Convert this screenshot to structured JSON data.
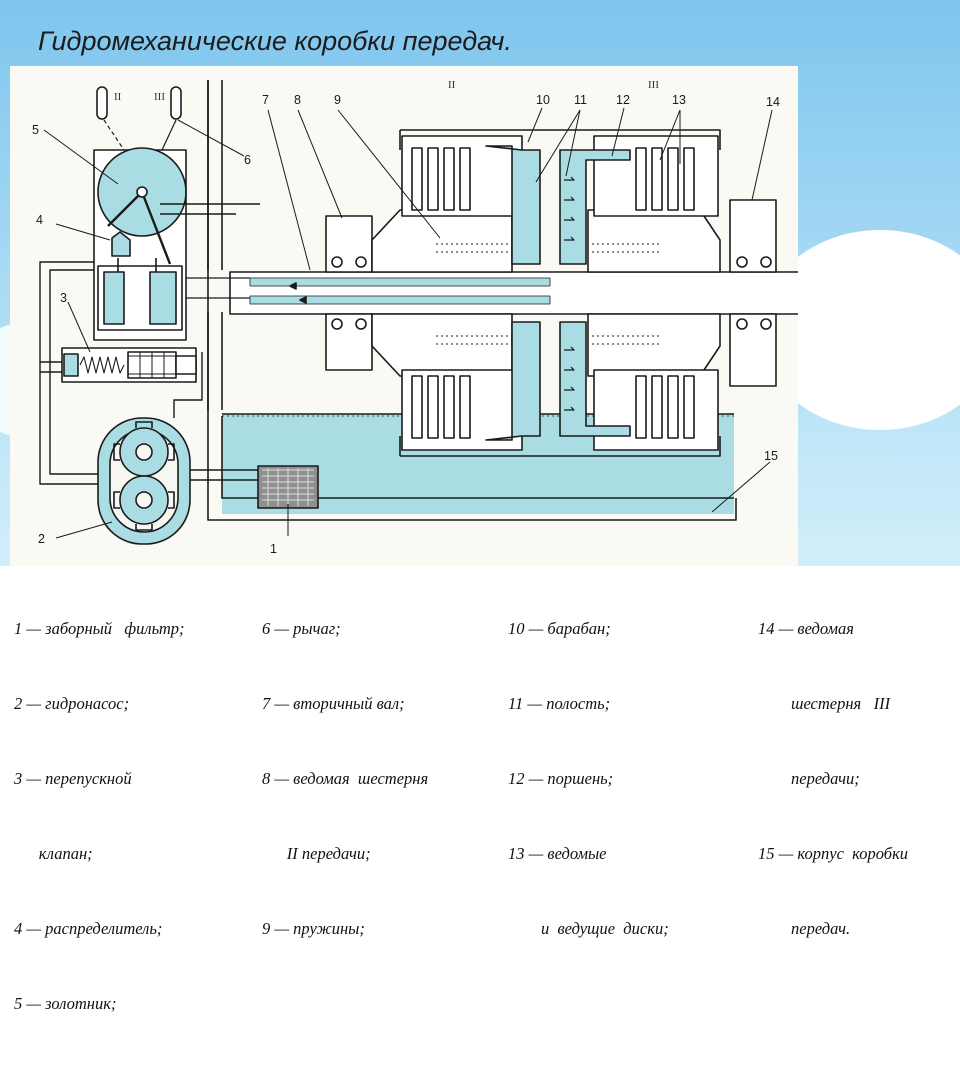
{
  "page_title": "Гидромеханические коробки передач.",
  "callouts": [
    "1",
    "2",
    "3",
    "4",
    "5",
    "6",
    "7",
    "8",
    "9",
    "10",
    "11",
    "12",
    "13",
    "14",
    "15"
  ],
  "gear_labels": {
    "lever_left": "II",
    "lever_right": "III",
    "drum_left": "II",
    "drum_right": "III"
  },
  "colors": {
    "fluid": "#a9dde3",
    "line": "#1b1b1b",
    "sky_top": "#7fc6ee",
    "sky_bottom": "#d9f0fb"
  },
  "legend": [
    [
      "1 — заборный   фильтр;",
      "2 — гидронасос;",
      "3 — перепускной",
      "      клапан;",
      "4 — распределитель;",
      "5 — золотник;"
    ],
    [
      "6 — рычаг;",
      "7 — вторичный вал;",
      "8 — ведомая  шестерня",
      "      II передачи;",
      "9 — пружины;"
    ],
    [
      "10 — барабан;",
      "11 — полость;",
      "12 — поршень;",
      "13 — ведомые",
      "        и  ведущие  диски;"
    ],
    [
      "14 — ведомая",
      "        шестерня   III",
      "        передачи;",
      "15 — корпус  коробки",
      "        передач."
    ]
  ]
}
